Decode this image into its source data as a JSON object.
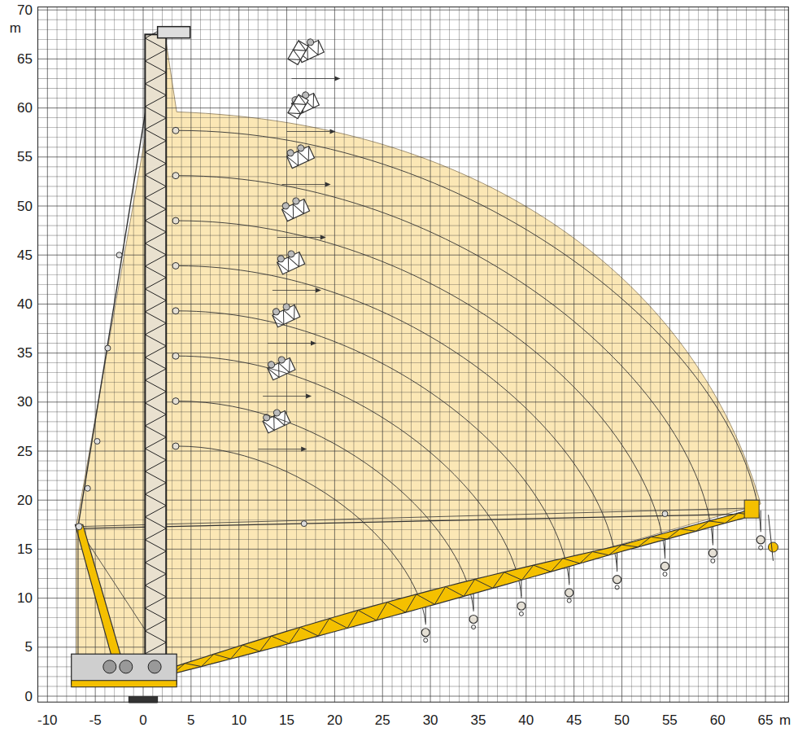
{
  "diagram": {
    "labels": [
      "70",
      "m",
      "65",
      "60",
      "55",
      "50",
      "45",
      "40",
      "35",
      "30",
      "25",
      "20",
      "15",
      "10",
      "5",
      "0",
      "-10",
      "-5",
      "0",
      "5",
      "10",
      "15",
      "20",
      "25",
      "30",
      "35",
      "40",
      "45",
      "50",
      "55",
      "60",
      "65",
      "m"
    ]
  }
}
